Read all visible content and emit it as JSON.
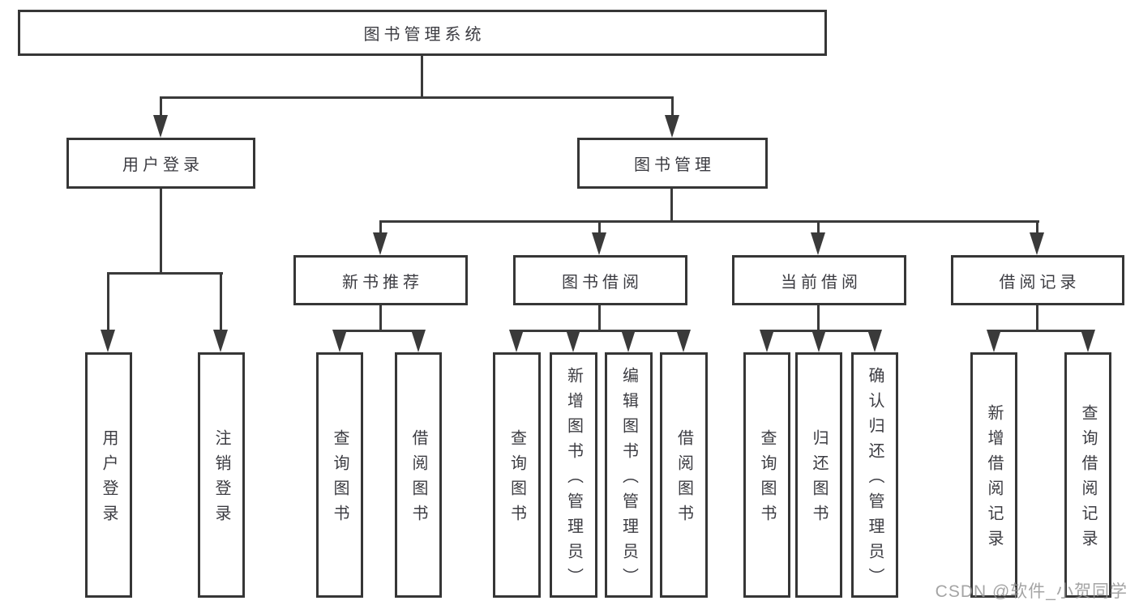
{
  "tree": {
    "root": "图书管理系统",
    "branches": [
      {
        "label": "用户登录",
        "children": [
          "用户登录",
          "注销登录"
        ]
      },
      {
        "label": "图书管理",
        "sections": [
          {
            "label": "新书推荐",
            "children": [
              "查询图书",
              "借阅图书"
            ]
          },
          {
            "label": "图书借阅",
            "children": [
              "查询图书",
              "新增图书（管理员）",
              "编辑图书（管理员）",
              "借阅图书"
            ]
          },
          {
            "label": "当前借阅",
            "children": [
              "查询图书",
              "归还图书",
              "确认归还（管理员）"
            ]
          },
          {
            "label": "借阅记录",
            "children": [
              "新增借阅记录",
              "查询借阅记录"
            ]
          }
        ]
      }
    ]
  },
  "colors": {
    "line": "#3a3a3a",
    "text": "#3c3c42",
    "watermark": "#949494",
    "background": "#ffffff"
  },
  "watermark": "CSDN @软件_小贺同学"
}
